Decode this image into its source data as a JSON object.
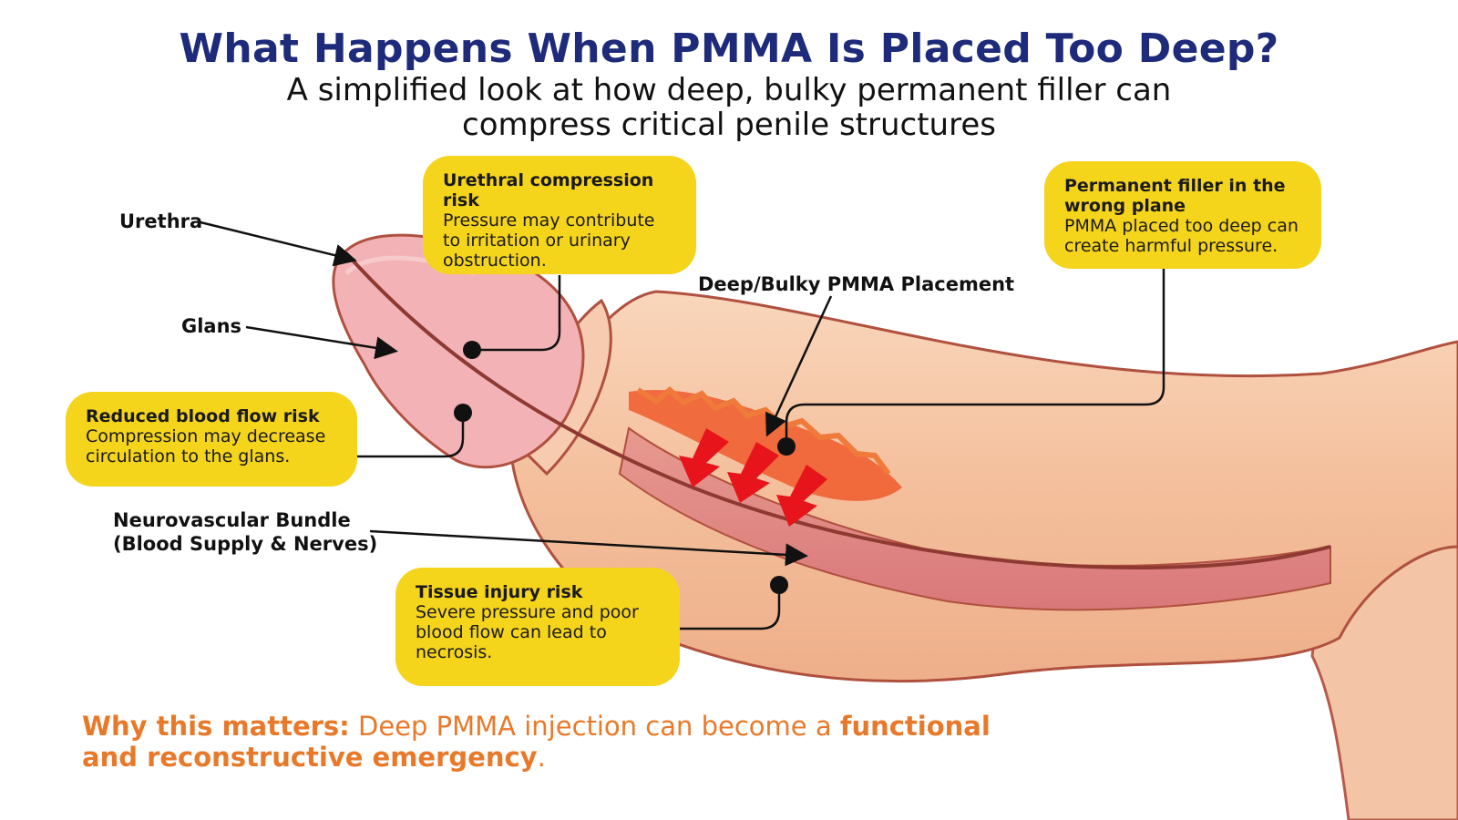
{
  "title": "What Happens When PMMA Is Placed Too Deep?",
  "subtitle": "A simplified look at how deep, bulky permanent filler can compress critical penile structures",
  "labels": {
    "urethra": "Urethra",
    "glans": "Glans",
    "neurovascular_line1": "Neurovascular Bundle",
    "neurovascular_line2": "(Blood Supply & Nerves)",
    "pmma_placement": "Deep/Bulky PMMA Placement"
  },
  "callouts": {
    "urethral": {
      "title": "Urethral compression risk",
      "body": "Pressure may contribute to irritation or urinary obstruction."
    },
    "blood_flow": {
      "title": "Reduced blood flow risk",
      "body": "Compression may decrease circulation to the glans."
    },
    "tissue": {
      "title": "Tissue injury risk",
      "body": "Severe pressure and poor blood flow can lead to necrosis."
    },
    "wrong_plane": {
      "title": "Permanent filler in the wrong plane",
      "body": "PMMA placed too deep can create harmful pressure."
    }
  },
  "footer": {
    "lead": "Why this matters:",
    "text": " Deep PMMA injection can become a ",
    "emphasis": "functional and reconstructive emergency",
    "end": "."
  },
  "colors": {
    "title": "#1e2a7a",
    "callout": "#f5d41c",
    "footer": "#e8792a",
    "arrow": "#e8141c",
    "skin": "#f6c6a4",
    "glans": "#f3b3b6"
  }
}
